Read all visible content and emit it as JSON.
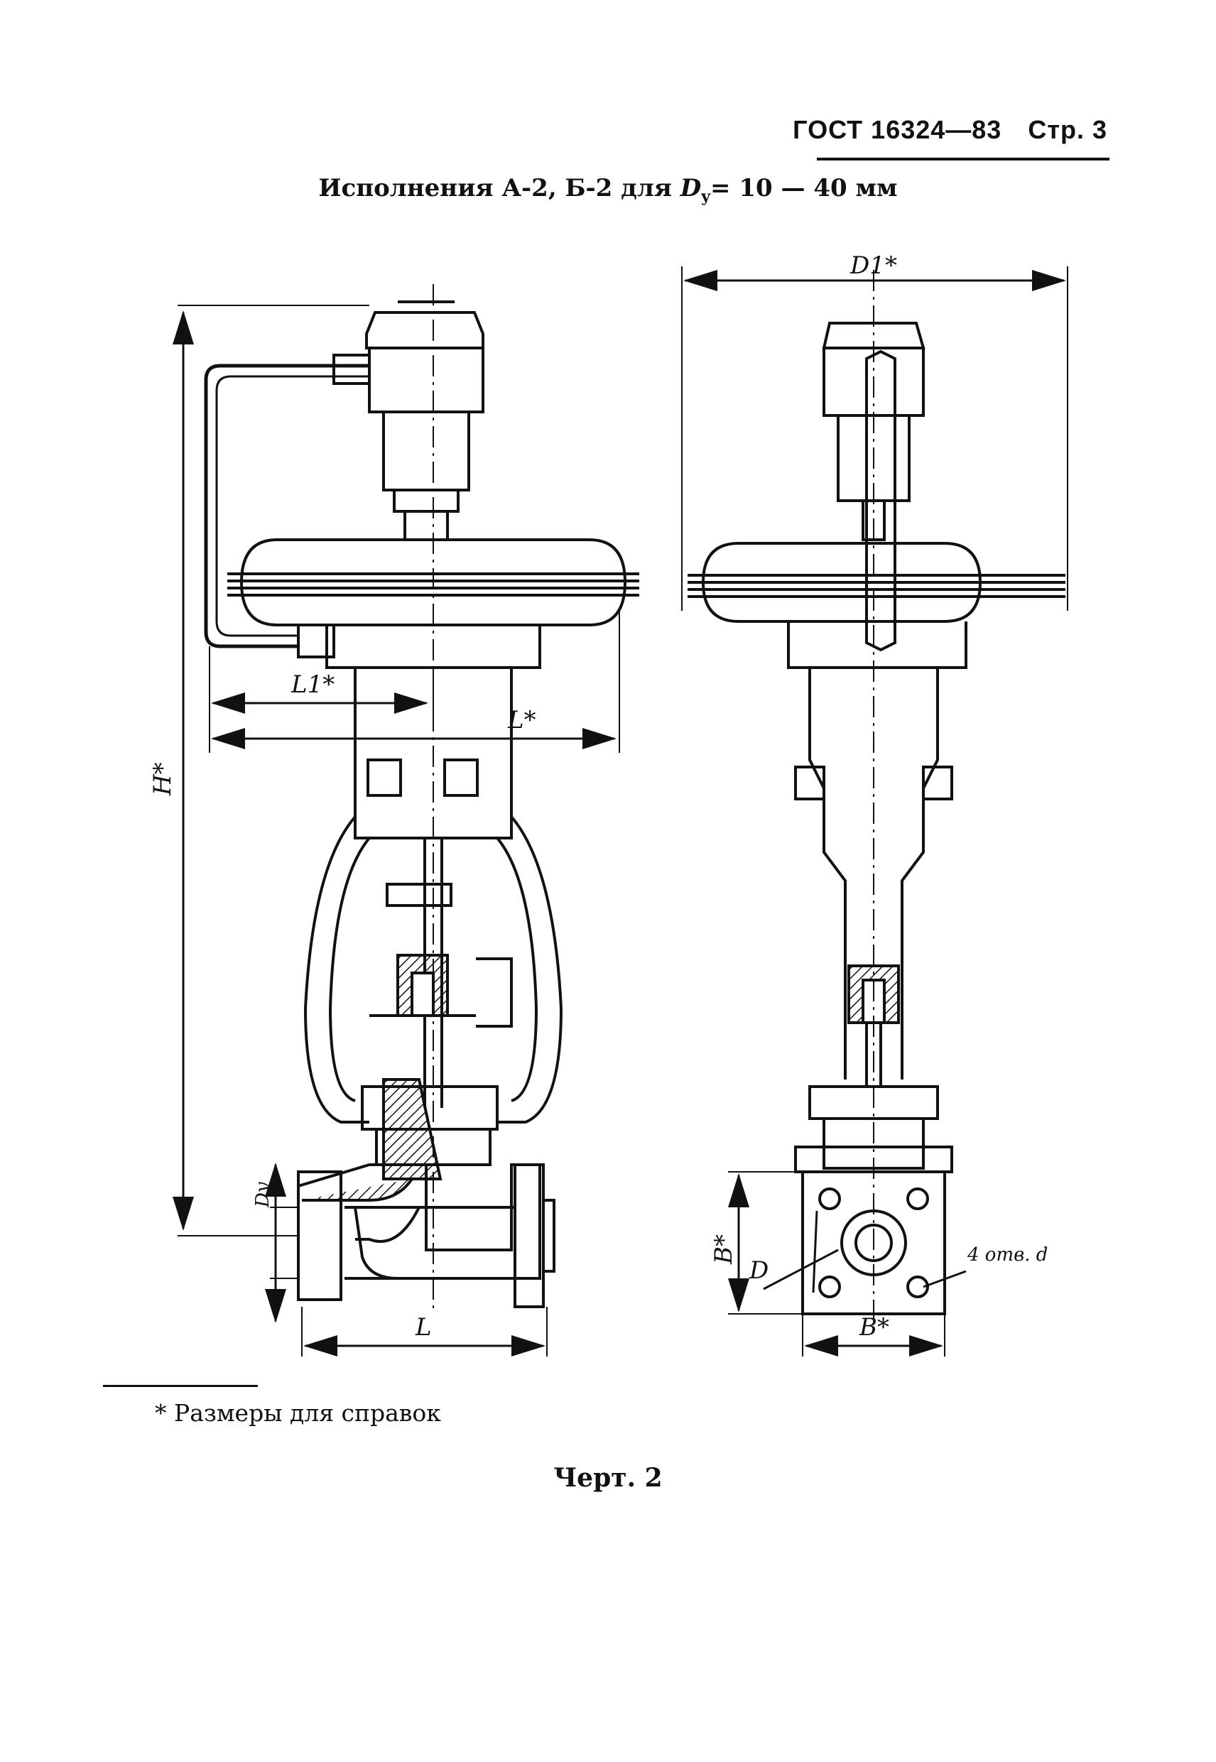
{
  "header": {
    "standard": "ГОСТ 16324—83",
    "page": "Стр. 3"
  },
  "title": {
    "prefix": "Исполнения А-2, Б-2 для ",
    "symbol": "D",
    "subscript": "y",
    "suffix": "= 10 — 40 мм"
  },
  "drawing_labels": {
    "H": "H*",
    "L1": "L1*",
    "L_star": "L*",
    "Dy": "Dy",
    "L": "L",
    "D1": "D1*",
    "B_vertical": "B*",
    "D": "D",
    "holes": "4 отв. d",
    "B_horizontal": "B*"
  },
  "footnote": "* Размеры для справок",
  "caption": "Черт. 2"
}
